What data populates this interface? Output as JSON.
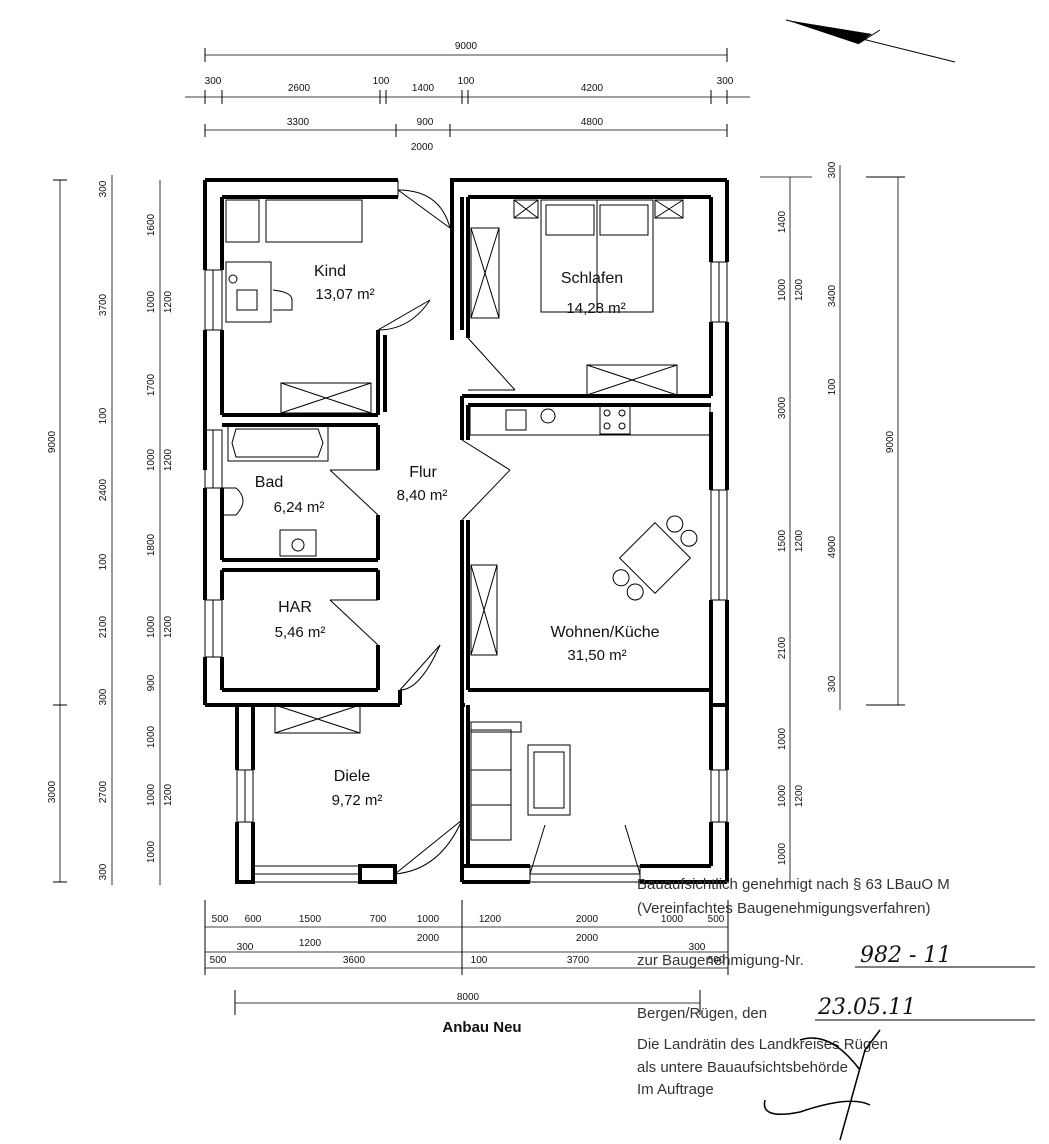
{
  "plan": {
    "title": "Anbau Neu",
    "rooms": [
      {
        "name": "Kind",
        "area": "13,07 m²"
      },
      {
        "name": "Schlafen",
        "area": "14,28 m²"
      },
      {
        "name": "Bad",
        "area": "6,24 m²"
      },
      {
        "name": "Flur",
        "area": "8,40 m²"
      },
      {
        "name": "HAR",
        "area": "5,46 m²"
      },
      {
        "name": "Wohnen/Küche",
        "area": "31,50 m²"
      },
      {
        "name": "Diele",
        "area": "9,72 m²"
      }
    ]
  },
  "dims": {
    "top_total": "9000",
    "top_row1": [
      "300",
      "2600",
      "100",
      "1400",
      "100",
      "4200",
      "300"
    ],
    "top_row2": [
      "3300",
      "900",
      "4800"
    ],
    "top_row2_sub": "2000",
    "left_total": "9000",
    "left_outer": [
      "300",
      "3700",
      "100",
      "2400",
      "100",
      "2100",
      "300"
    ],
    "left_inner": [
      "1600",
      "1000",
      "1200",
      "1700",
      "1000",
      "1200",
      "1800",
      "1000",
      "1200",
      "900"
    ],
    "left_lower_total": "3000",
    "left_lower": [
      "2700",
      "300"
    ],
    "left_lower_inner": [
      "1000",
      "1000",
      "1200",
      "1000"
    ],
    "right_total": "9000",
    "right_outer": [
      "300",
      "3400",
      "100",
      "4900",
      "300"
    ],
    "right_inner": [
      "1400",
      "1000",
      "1200",
      "3000",
      "1500",
      "1200",
      "2100",
      "1000",
      "1000",
      "1200",
      "1000"
    ],
    "bottom_row1": [
      "500",
      "600",
      "1500",
      "700",
      "1000",
      "1200",
      "2000",
      "1000",
      "500"
    ],
    "bottom_row1_sub": [
      "1200",
      "2000",
      "2000"
    ],
    "bottom_row2": [
      "500",
      "300",
      "3600",
      "100",
      "3700",
      "300",
      "500"
    ],
    "bottom_total": "8000"
  },
  "stamp": {
    "line1": "Bauaufsichtlich genehmigt nach § 63 LBauO M",
    "line2": "(Vereinfachtes Baugenehmigungsverfahren)",
    "line3_label": "zur Baugenehmigung-Nr.",
    "line3_value": "982 - 11",
    "line4_label": "Bergen/Rügen, den",
    "line4_value": "23.05.11",
    "line5": "Die Landrätin des Landkreises Rügen",
    "line6": "als untere Bauaufsichtsbehörde",
    "line7": "Im Auftrage"
  }
}
